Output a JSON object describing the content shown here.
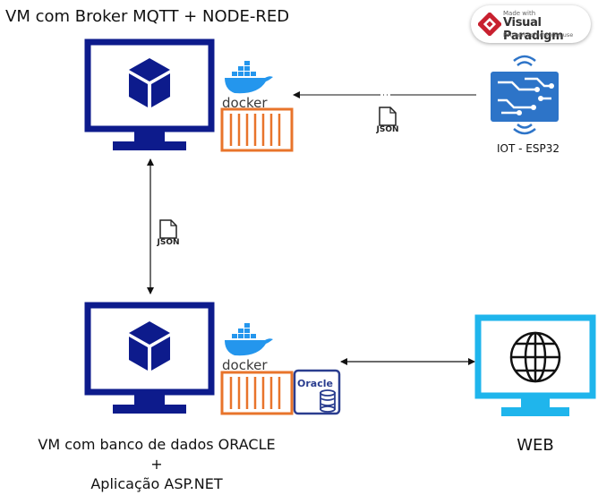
{
  "title": "VM com Broker MQTT + NODE-RED",
  "bottom_vm": {
    "line1": "VM com banco de dados ORACLE",
    "line2": "+",
    "line3": "Aplicação ASP.NET"
  },
  "web_label": "WEB",
  "iot_label": "IOT - ESP32",
  "json_label": "JSON",
  "docker_label": "docker",
  "oracle_label": "Oracle",
  "watermark": {
    "made_with": "Made with",
    "brand": "Visual Paradigm",
    "note": "For non-commercial use"
  },
  "colors": {
    "monitor_dark": "#0d1b8c",
    "monitor_light": "#1fb5ec",
    "docker_blue": "#2496ed",
    "container_orange": "#e8742b",
    "oracle_navy": "#2a3d8f",
    "iot_blue": "#2d74c8"
  }
}
